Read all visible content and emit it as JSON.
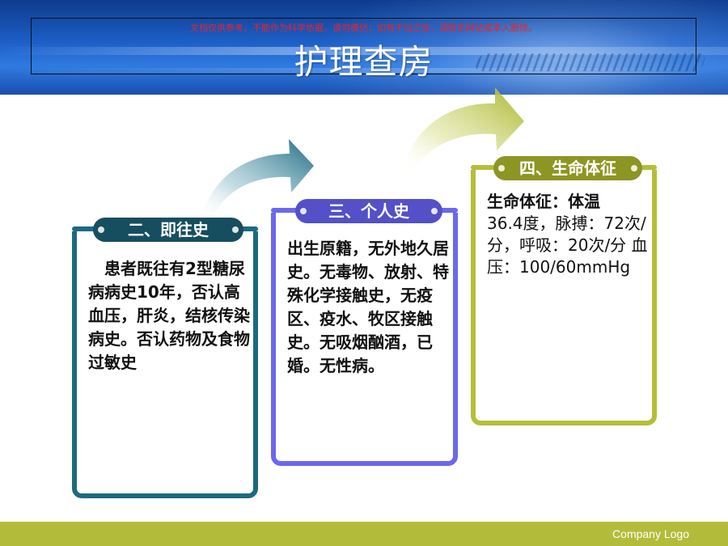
{
  "header": {
    "disclaimer": "文档仅供参考，不能作为科学依据，请勿模仿；如有不当之处，请联系网站或本人删除。",
    "title": "护理查房"
  },
  "cards": [
    {
      "label": "二、即往史",
      "body": "　患者既往有2型糖尿病病史10年，否认高血压，肝炎，结核传染病史。否认药物及食物过敏史"
    },
    {
      "label": "三、个人史",
      "body": "出生原籍，无外地久居史。无毒物、放射、特殊化学接触史，无疫区、疫水、牧区接触史。无吸烟酗酒，已婚。无性病。"
    },
    {
      "label": "四、生命体征",
      "body_lead": "生命体征：体温",
      "body_rest": "36.4度，脉搏：72次/分，呼吸：20次/分 血压：100/60mmHg"
    }
  ],
  "footer": {
    "company_logo": "Company Logo"
  },
  "colors": {
    "card1": "#1c6a80",
    "card2": "#6a68ee",
    "card3": "#b5be3a",
    "footer": "#b3bc3a"
  }
}
